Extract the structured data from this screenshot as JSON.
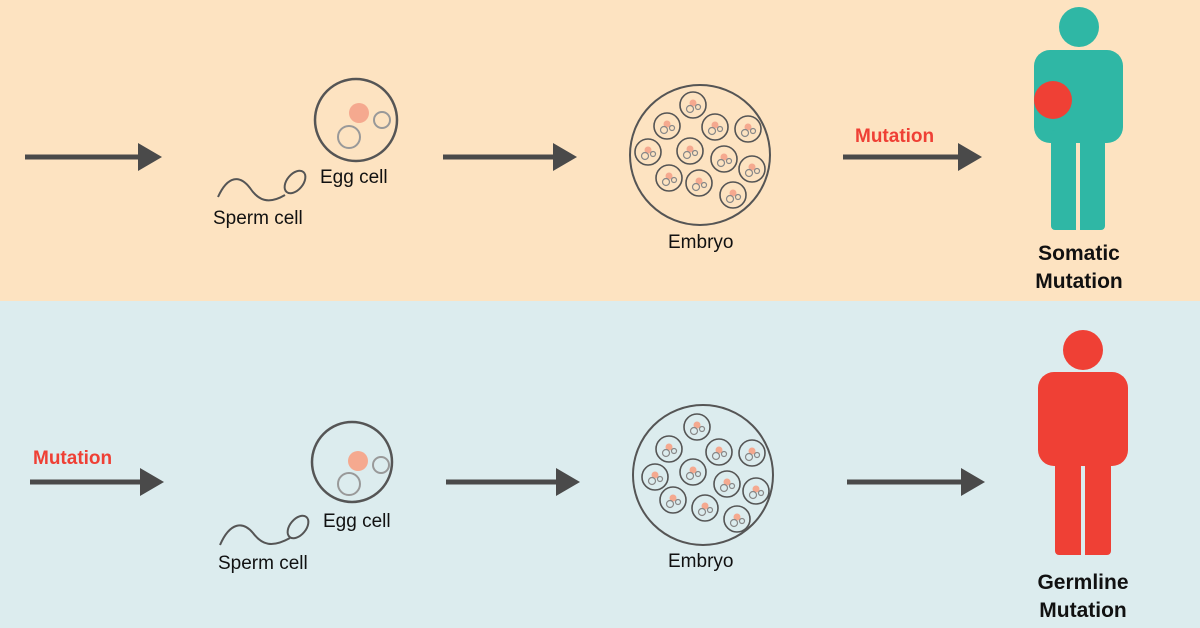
{
  "colors": {
    "top_background": "#fde3c1",
    "bottom_background": "#dcecee",
    "arrow": "#4a4a4a",
    "cell_outline": "#555555",
    "nucleus": "#f5a98f",
    "somatic_body": "#2fb7a5",
    "mutation_red": "#ef4035"
  },
  "top": {
    "sperm_label": "Sperm cell",
    "egg_label": "Egg cell",
    "embryo_label": "Embryo",
    "mutation_label": "Mutation",
    "result_title_line1": "Somatic",
    "result_title_line2": "Mutation",
    "result_icon": "person-icon"
  },
  "bottom": {
    "mutation_label": "Mutation",
    "sperm_label": "Sperm cell",
    "egg_label": "Egg cell",
    "embryo_label": "Embryo",
    "result_title_line1": "Germline",
    "result_title_line2": "Mutation",
    "result_icon": "person-icon"
  }
}
